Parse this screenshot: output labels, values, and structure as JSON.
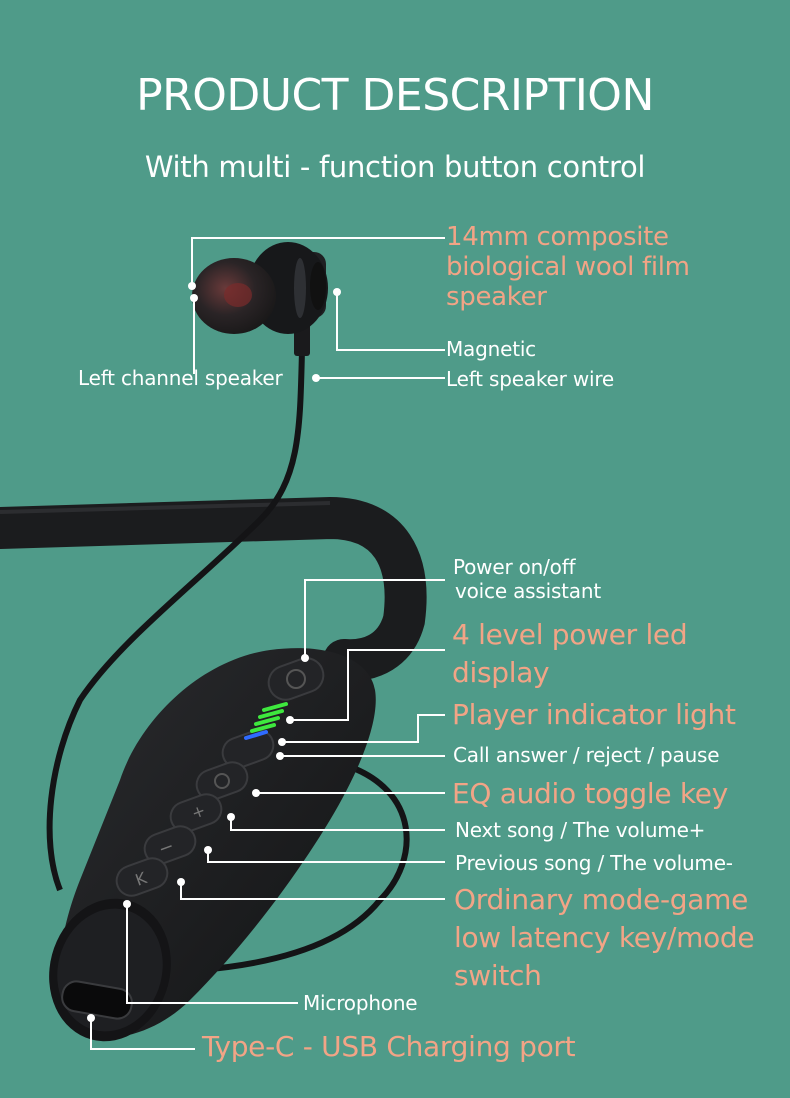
{
  "header": {
    "title": "PRODUCT DESCRIPTION",
    "subtitle": "With multi - function button control"
  },
  "labels": {
    "speaker": [
      "14mm composite",
      "biological wool film",
      "speaker"
    ],
    "magnetic": "Magnetic",
    "left_channel": "Left channel speaker",
    "left_wire": "Left speaker wire",
    "power": [
      "Power on/off",
      "voice assistant"
    ],
    "led": [
      "4 level power led",
      "display"
    ],
    "player_light": "Player indicator light",
    "call": "Call answer / reject / pause",
    "eq": "EQ audio toggle key",
    "next": "Next song / The volume+",
    "prev": "Previous song / The volume-",
    "mode": [
      "Ordinary mode-game",
      "low latency key/mode",
      "switch"
    ],
    "microphone": "Microphone",
    "typec": "Type-C - USB Charging port"
  },
  "buttons": {
    "plus": "+",
    "minus": "−",
    "k": "K"
  },
  "colors": {
    "background": "#4f9b89",
    "accent": "#f2a486",
    "led_green": "#3ee83e",
    "led_blue": "#2f6bff",
    "device": "#1b1c1e"
  }
}
